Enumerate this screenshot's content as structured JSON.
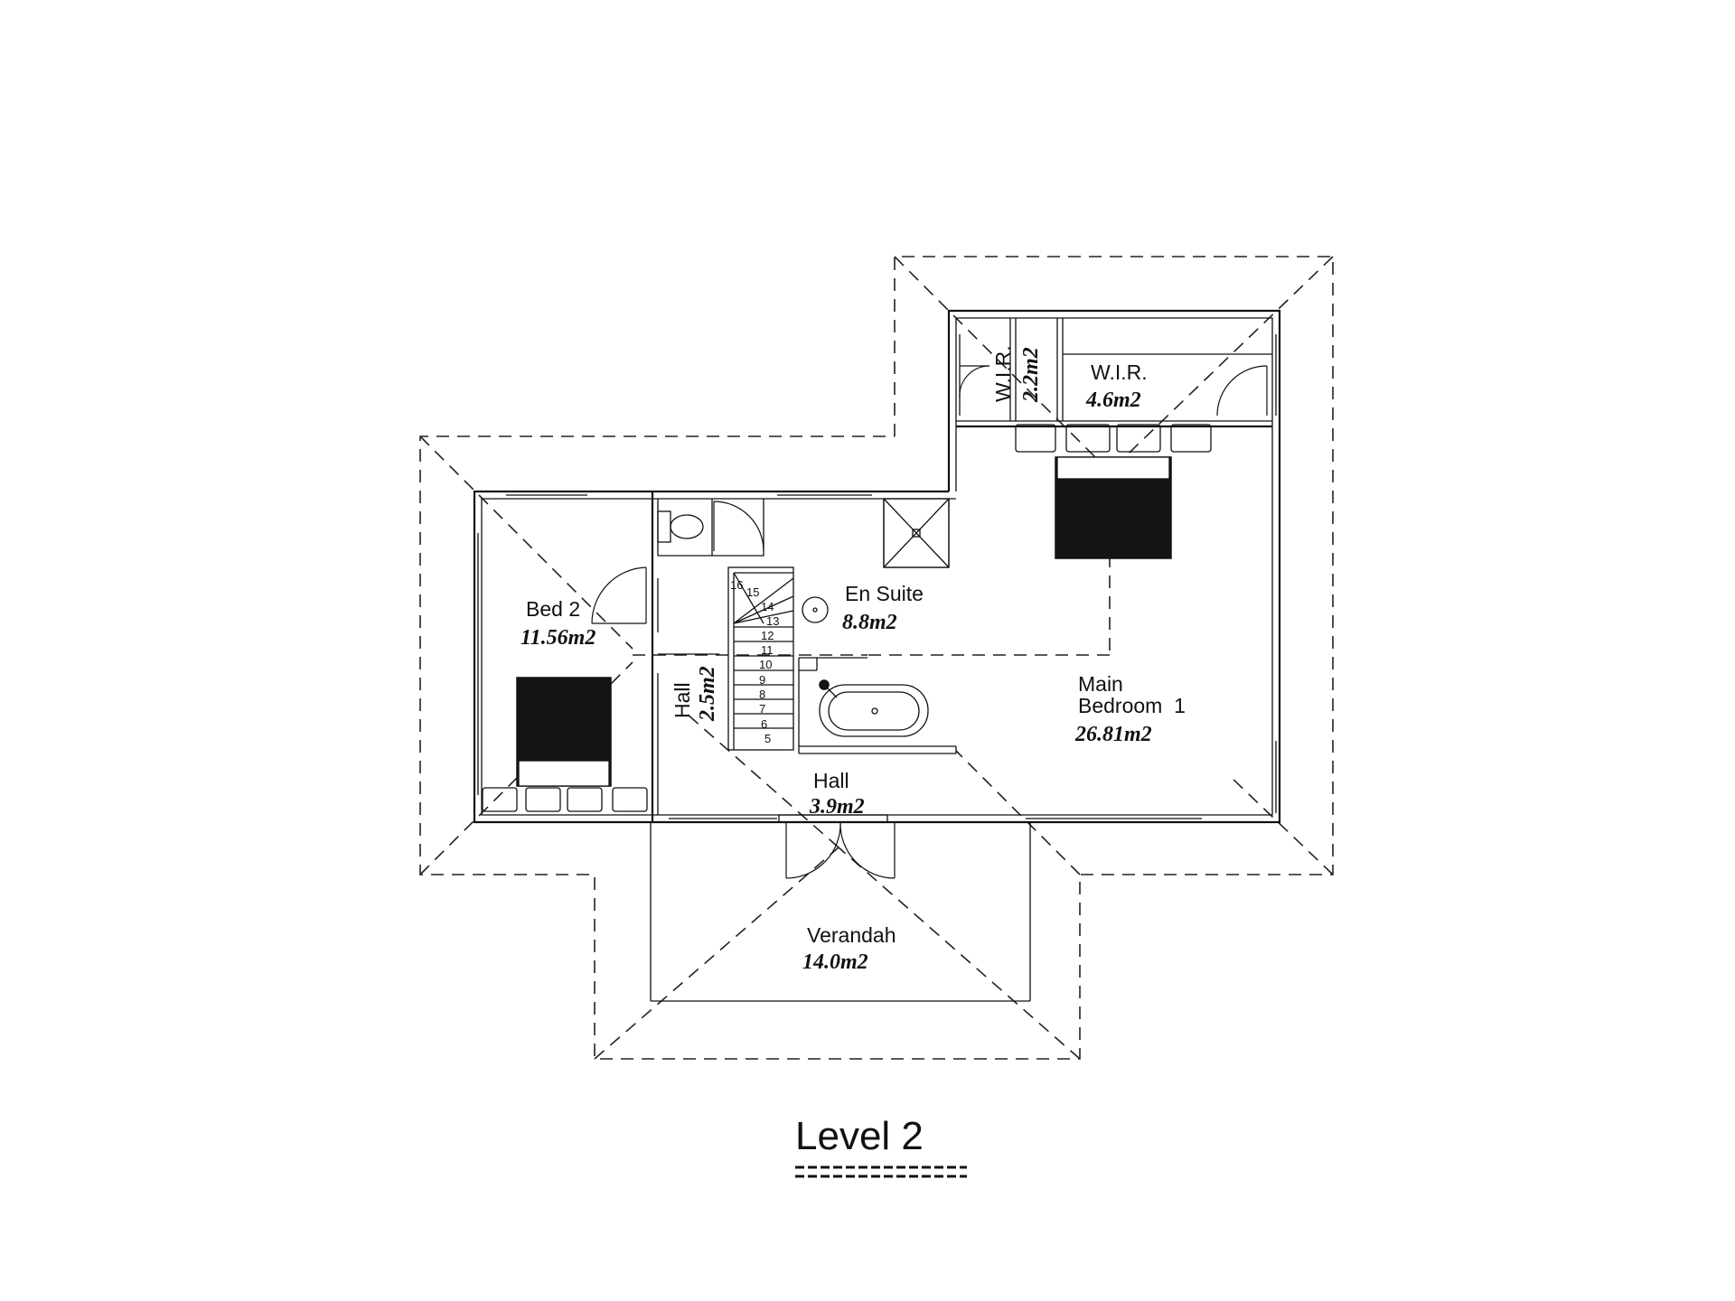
{
  "drawing": {
    "title": "Level 2",
    "rooms": [
      {
        "key": "bed2",
        "name": "Bed 2",
        "area": "11.56m2"
      },
      {
        "key": "hall_stair",
        "name": "Hall",
        "area": "2.5m2"
      },
      {
        "key": "ensuite",
        "name": "En Suite",
        "area": "8.8m2"
      },
      {
        "key": "wir_small",
        "name": "W.I.R.",
        "area": "2.2m2"
      },
      {
        "key": "wir_large",
        "name": "W.I.R.",
        "area": "4.6m2"
      },
      {
        "key": "main_bed",
        "name_line1": "Main",
        "name_line2": "Bedroom  1",
        "area": "26.81m2"
      },
      {
        "key": "hall",
        "name": "Hall",
        "area": "3.9m2"
      },
      {
        "key": "verandah",
        "name": "Verandah",
        "area": "14.0m2"
      }
    ],
    "stair_steps": [
      "16",
      "15",
      "14",
      "13",
      "12",
      "11",
      "10",
      "9",
      "8",
      "7",
      "6",
      "5"
    ]
  }
}
